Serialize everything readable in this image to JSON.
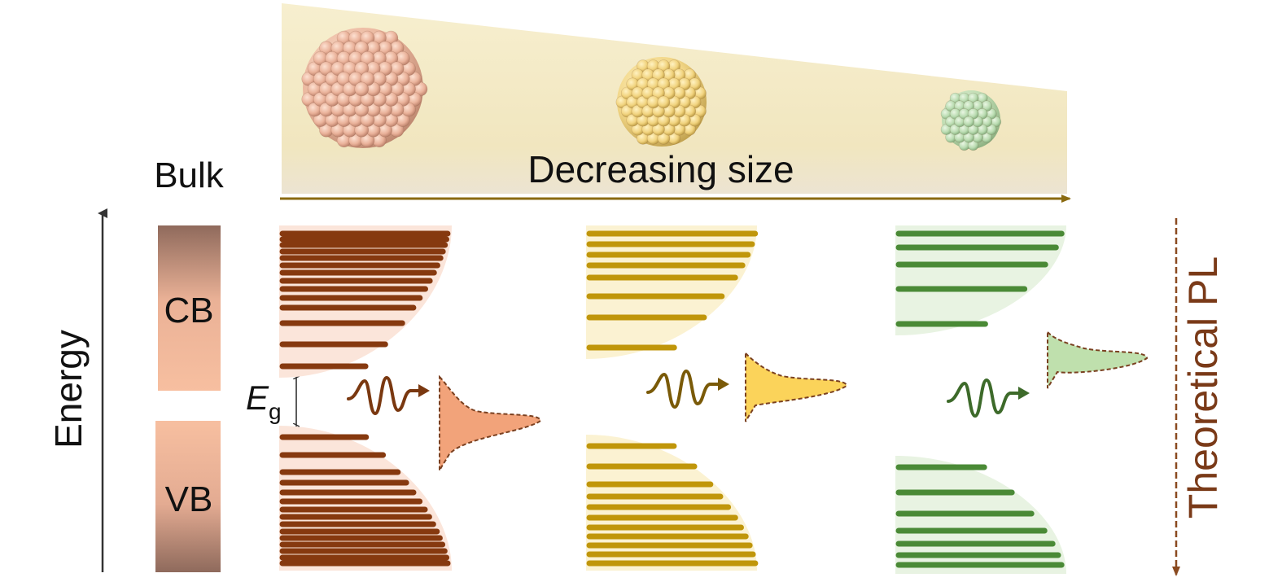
{
  "labels": {
    "bulk": "Bulk",
    "decreasing_size": "Decreasing size",
    "energy": "Energy",
    "cb": "CB",
    "vb": "VB",
    "eg_main": "E",
    "eg_sub": "g",
    "theoretical_pl": "Theoretical PL"
  },
  "colors": {
    "brown": "#86390f",
    "gold": "#c0960a",
    "green": "#4a8a36",
    "bulk_top": "#8f6a5a",
    "bulk_mid": "#f2b898",
    "wedge": "#f5ecc6",
    "arrow_gold": "#8a6a10",
    "pl_arrow": "#8a4a20",
    "pl_label": "#7a3a18",
    "peak_brown": "#f2a37a",
    "peak_gold": "#fbd35a",
    "peak_green": "#bfe0ad",
    "photon_brown": "#7a3810",
    "photon_gold": "#7a5a08",
    "photon_green": "#3d6a2a"
  },
  "icons": [
    "large-nanocrystal-icon",
    "medium-nanocrystal-icon",
    "small-nanocrystal-icon",
    "photon-wave-icon",
    "pl-peak-icon"
  ]
}
